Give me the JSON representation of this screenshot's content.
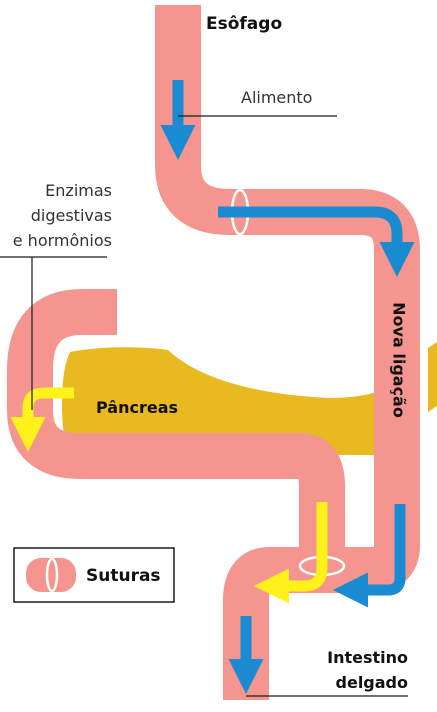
{
  "labels": {
    "esofago": "Esôfago",
    "alimento": "Alimento",
    "enzimas": [
      "Enzimas",
      "digestivas",
      "e hormônios"
    ],
    "pancreas": "Pâncreas",
    "nova_ligacao": "Nova ligação",
    "suturas": "Suturas",
    "intestino": [
      "Intestino",
      "delgado"
    ]
  },
  "colors": {
    "tube": "#f4958f",
    "pancreas": "#e8b920",
    "blue_arrow": "#1a8bd0",
    "yellow_arrow": "#fff21a",
    "suture_ring": "#ffffff",
    "text": "#1a1a1a"
  },
  "icons": {
    "food_flow": "blue-arrow-icon",
    "enzyme_flow": "yellow-arrow-icon",
    "suture": "suture-ring-icon"
  }
}
